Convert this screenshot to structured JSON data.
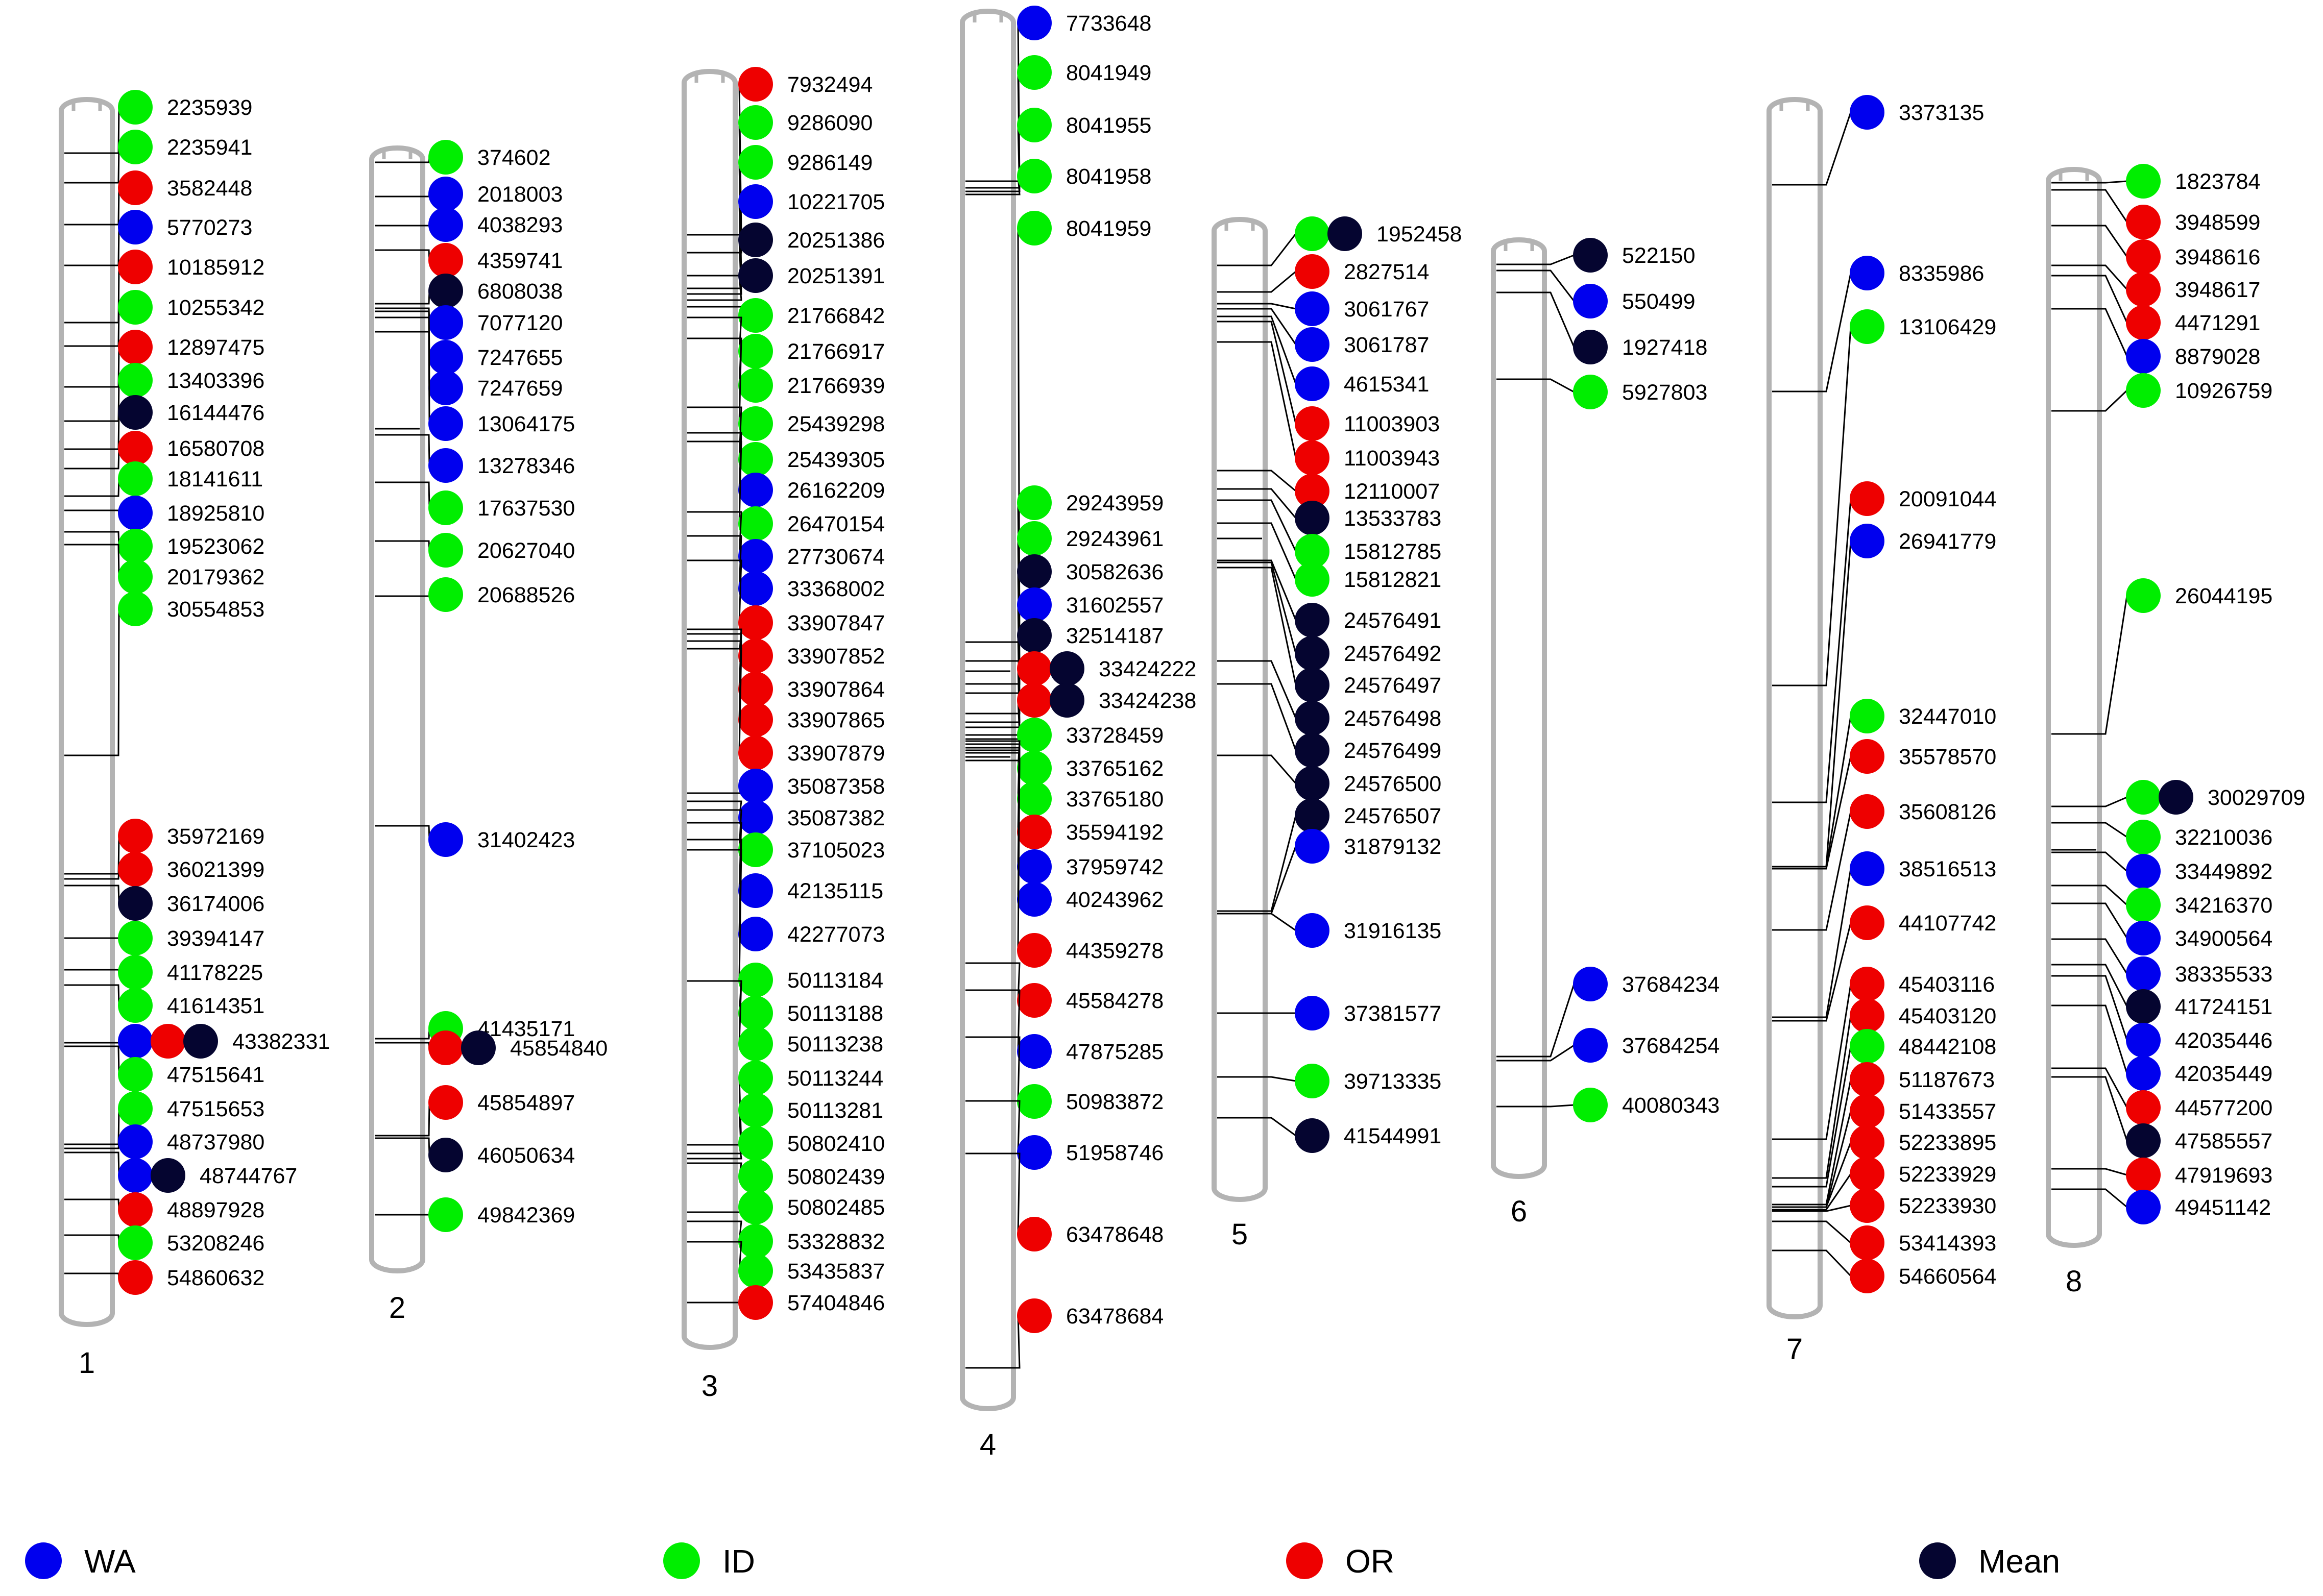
{
  "colors": {
    "WA": "#0000ee",
    "ID": "#00ee00",
    "OR": "#ee0000",
    "Mean": "#050530",
    "chromosome_outline": "#b3b3b3",
    "line": "#000000"
  },
  "legend": [
    {
      "key": "WA",
      "label": "WA"
    },
    {
      "key": "ID",
      "label": "ID"
    },
    {
      "key": "OR",
      "label": "OR"
    },
    {
      "key": "Mean",
      "label": "Mean"
    }
  ],
  "chromosomes": [
    {
      "label": "1",
      "markers": [
        {
          "pos": "2235939",
          "traits": [
            "ID"
          ]
        },
        {
          "pos": "2235941",
          "traits": [
            "ID"
          ]
        },
        {
          "pos": "3582448",
          "traits": [
            "OR"
          ]
        },
        {
          "pos": "5770273",
          "traits": [
            "WA"
          ]
        },
        {
          "pos": "10185912",
          "traits": [
            "OR"
          ]
        },
        {
          "pos": "10255342",
          "traits": [
            "ID"
          ]
        },
        {
          "pos": "12897475",
          "traits": [
            "OR"
          ]
        },
        {
          "pos": "13403396",
          "traits": [
            "ID"
          ]
        },
        {
          "pos": "16144476",
          "traits": [
            "Mean"
          ]
        },
        {
          "pos": "16580708",
          "traits": [
            "OR"
          ]
        },
        {
          "pos": "18141611",
          "traits": [
            "ID"
          ]
        },
        {
          "pos": "18925810",
          "traits": [
            "WA"
          ]
        },
        {
          "pos": "19523062",
          "traits": [
            "ID"
          ]
        },
        {
          "pos": "20179362",
          "traits": [
            "ID"
          ]
        },
        {
          "pos": "30554853",
          "traits": [
            "ID"
          ]
        },
        {
          "pos": "35972169",
          "traits": [
            "OR"
          ]
        },
        {
          "pos": "36021399",
          "traits": [
            "OR"
          ]
        },
        {
          "pos": "36174006",
          "traits": [
            "Mean"
          ]
        },
        {
          "pos": "39394147",
          "traits": [
            "ID"
          ]
        },
        {
          "pos": "41178225",
          "traits": [
            "ID"
          ]
        },
        {
          "pos": "41614351",
          "traits": [
            "ID"
          ]
        },
        {
          "pos": "43382331",
          "traits": [
            "WA",
            "OR",
            "Mean"
          ]
        },
        {
          "pos": "47515641",
          "traits": [
            "ID"
          ]
        },
        {
          "pos": "47515653",
          "traits": [
            "ID"
          ]
        },
        {
          "pos": "48737980",
          "traits": [
            "WA"
          ]
        },
        {
          "pos": "48744767",
          "traits": [
            "WA",
            "Mean"
          ]
        },
        {
          "pos": "48897928",
          "traits": [
            "OR"
          ]
        },
        {
          "pos": "53208246",
          "traits": [
            "ID"
          ]
        },
        {
          "pos": "54860632",
          "traits": [
            "OR"
          ]
        }
      ]
    },
    {
      "label": "2",
      "markers": [
        {
          "pos": "374602",
          "traits": [
            "ID"
          ]
        },
        {
          "pos": "2018003",
          "traits": [
            "WA"
          ]
        },
        {
          "pos": "4038293",
          "traits": [
            "WA"
          ]
        },
        {
          "pos": "4359741",
          "traits": [
            "OR"
          ]
        },
        {
          "pos": "6808038",
          "traits": [
            "Mean"
          ]
        },
        {
          "pos": "7077120",
          "traits": [
            "WA"
          ]
        },
        {
          "pos": "7247655",
          "traits": [
            "WA"
          ]
        },
        {
          "pos": "7247659",
          "traits": [
            "WA"
          ]
        },
        {
          "pos": "13064175",
          "traits": [
            "WA"
          ]
        },
        {
          "pos": "13278346",
          "traits": [
            "WA"
          ]
        },
        {
          "pos": "17637530",
          "traits": [
            "ID"
          ]
        },
        {
          "pos": "20627040",
          "traits": [
            "ID"
          ]
        },
        {
          "pos": "20688526",
          "traits": [
            "ID"
          ]
        },
        {
          "pos": "31402423",
          "traits": [
            "WA"
          ]
        },
        {
          "pos": "41435171",
          "traits": [
            "ID"
          ]
        },
        {
          "pos": "45854840",
          "traits": [
            "OR",
            "Mean"
          ]
        },
        {
          "pos": "45854897",
          "traits": [
            "OR"
          ]
        },
        {
          "pos": "46050634",
          "traits": [
            "Mean"
          ]
        },
        {
          "pos": "49842369",
          "traits": [
            "ID"
          ]
        }
      ]
    },
    {
      "label": "3",
      "markers": [
        {
          "pos": "7932494",
          "traits": [
            "OR"
          ]
        },
        {
          "pos": "9286090",
          "traits": [
            "ID"
          ]
        },
        {
          "pos": "9286149",
          "traits": [
            "ID"
          ]
        },
        {
          "pos": "10221705",
          "traits": [
            "WA"
          ]
        },
        {
          "pos": "20251386",
          "traits": [
            "Mean"
          ]
        },
        {
          "pos": "20251391",
          "traits": [
            "Mean"
          ]
        },
        {
          "pos": "21766842",
          "traits": [
            "ID"
          ]
        },
        {
          "pos": "21766917",
          "traits": [
            "ID"
          ]
        },
        {
          "pos": "21766939",
          "traits": [
            "ID"
          ]
        },
        {
          "pos": "25439298",
          "traits": [
            "ID"
          ]
        },
        {
          "pos": "25439305",
          "traits": [
            "ID"
          ]
        },
        {
          "pos": "26162209",
          "traits": [
            "WA"
          ]
        },
        {
          "pos": "26470154",
          "traits": [
            "ID"
          ]
        },
        {
          "pos": "27730674",
          "traits": [
            "WA"
          ]
        },
        {
          "pos": "33368002",
          "traits": [
            "WA"
          ]
        },
        {
          "pos": "33907847",
          "traits": [
            "OR"
          ]
        },
        {
          "pos": "33907852",
          "traits": [
            "OR"
          ]
        },
        {
          "pos": "33907864",
          "traits": [
            "OR"
          ]
        },
        {
          "pos": "33907865",
          "traits": [
            "OR"
          ]
        },
        {
          "pos": "33907879",
          "traits": [
            "OR"
          ]
        },
        {
          "pos": "35087358",
          "traits": [
            "WA"
          ]
        },
        {
          "pos": "35087382",
          "traits": [
            "WA"
          ]
        },
        {
          "pos": "37105023",
          "traits": [
            "ID"
          ]
        },
        {
          "pos": "42135115",
          "traits": [
            "WA"
          ]
        },
        {
          "pos": "42277073",
          "traits": [
            "WA"
          ]
        },
        {
          "pos": "50113184",
          "traits": [
            "ID"
          ]
        },
        {
          "pos": "50113188",
          "traits": [
            "ID"
          ]
        },
        {
          "pos": "50113238",
          "traits": [
            "ID"
          ]
        },
        {
          "pos": "50113244",
          "traits": [
            "ID"
          ]
        },
        {
          "pos": "50113281",
          "traits": [
            "ID"
          ]
        },
        {
          "pos": "50802410",
          "traits": [
            "ID"
          ]
        },
        {
          "pos": "50802439",
          "traits": [
            "ID"
          ]
        },
        {
          "pos": "50802485",
          "traits": [
            "ID"
          ]
        },
        {
          "pos": "53328832",
          "traits": [
            "ID"
          ]
        },
        {
          "pos": "53435837",
          "traits": [
            "ID"
          ]
        },
        {
          "pos": "57404846",
          "traits": [
            "OR"
          ]
        }
      ]
    },
    {
      "label": "4",
      "markers": [
        {
          "pos": "7733648",
          "traits": [
            "WA"
          ]
        },
        {
          "pos": "8041949",
          "traits": [
            "ID"
          ]
        },
        {
          "pos": "8041955",
          "traits": [
            "ID"
          ]
        },
        {
          "pos": "8041958",
          "traits": [
            "ID"
          ]
        },
        {
          "pos": "8041959",
          "traits": [
            "ID"
          ]
        },
        {
          "pos": "29243959",
          "traits": [
            "ID"
          ]
        },
        {
          "pos": "29243961",
          "traits": [
            "ID"
          ]
        },
        {
          "pos": "30582636",
          "traits": [
            "Mean"
          ]
        },
        {
          "pos": "31602557",
          "traits": [
            "WA"
          ]
        },
        {
          "pos": "32514187",
          "traits": [
            "Mean"
          ]
        },
        {
          "pos": "33424222",
          "traits": [
            "OR",
            "Mean"
          ]
        },
        {
          "pos": "33424238",
          "traits": [
            "OR",
            "Mean"
          ]
        },
        {
          "pos": "33728459",
          "traits": [
            "ID"
          ]
        },
        {
          "pos": "33765162",
          "traits": [
            "ID"
          ]
        },
        {
          "pos": "33765180",
          "traits": [
            "ID"
          ]
        },
        {
          "pos": "35594192",
          "traits": [
            "OR"
          ]
        },
        {
          "pos": "37959742",
          "traits": [
            "WA"
          ]
        },
        {
          "pos": "40243962",
          "traits": [
            "WA"
          ]
        },
        {
          "pos": "44359278",
          "traits": [
            "OR"
          ]
        },
        {
          "pos": "45584278",
          "traits": [
            "OR"
          ]
        },
        {
          "pos": "47875285",
          "traits": [
            "WA"
          ]
        },
        {
          "pos": "50983872",
          "traits": [
            "ID"
          ]
        },
        {
          "pos": "51958746",
          "traits": [
            "WA"
          ]
        },
        {
          "pos": "63478648",
          "traits": [
            "OR"
          ]
        },
        {
          "pos": "63478684",
          "traits": [
            "OR"
          ]
        }
      ]
    },
    {
      "label": "5",
      "markers": [
        {
          "pos": "1952458",
          "traits": [
            "ID",
            "Mean"
          ]
        },
        {
          "pos": "2827514",
          "traits": [
            "OR"
          ]
        },
        {
          "pos": "3061767",
          "traits": [
            "WA"
          ]
        },
        {
          "pos": "3061787",
          "traits": [
            "WA"
          ]
        },
        {
          "pos": "4615341",
          "traits": [
            "WA"
          ]
        },
        {
          "pos": "11003903",
          "traits": [
            "OR"
          ]
        },
        {
          "pos": "11003943",
          "traits": [
            "OR"
          ]
        },
        {
          "pos": "12110007",
          "traits": [
            "OR"
          ]
        },
        {
          "pos": "13533783",
          "traits": [
            "Mean"
          ]
        },
        {
          "pos": "15812785",
          "traits": [
            "ID"
          ]
        },
        {
          "pos": "15812821",
          "traits": [
            "ID"
          ]
        },
        {
          "pos": "24576491",
          "traits": [
            "Mean"
          ]
        },
        {
          "pos": "24576492",
          "traits": [
            "Mean"
          ]
        },
        {
          "pos": "24576497",
          "traits": [
            "Mean"
          ]
        },
        {
          "pos": "24576498",
          "traits": [
            "Mean"
          ]
        },
        {
          "pos": "24576499",
          "traits": [
            "Mean"
          ]
        },
        {
          "pos": "24576500",
          "traits": [
            "Mean"
          ]
        },
        {
          "pos": "24576507",
          "traits": [
            "Mean"
          ]
        },
        {
          "pos": "31879132",
          "traits": [
            "WA"
          ]
        },
        {
          "pos": "31916135",
          "traits": [
            "WA"
          ]
        },
        {
          "pos": "37381577",
          "traits": [
            "WA"
          ]
        },
        {
          "pos": "39713335",
          "traits": [
            "ID"
          ]
        },
        {
          "pos": "41544991",
          "traits": [
            "Mean"
          ]
        }
      ]
    },
    {
      "label": "6",
      "markers": [
        {
          "pos": "522150",
          "traits": [
            "Mean"
          ]
        },
        {
          "pos": "550499",
          "traits": [
            "WA"
          ]
        },
        {
          "pos": "1927418",
          "traits": [
            "Mean"
          ]
        },
        {
          "pos": "5927803",
          "traits": [
            "ID"
          ]
        },
        {
          "pos": "37684234",
          "traits": [
            "WA"
          ]
        },
        {
          "pos": "37684254",
          "traits": [
            "WA"
          ]
        },
        {
          "pos": "40080343",
          "traits": [
            "ID"
          ]
        }
      ]
    },
    {
      "label": "7",
      "markers": [
        {
          "pos": "3373135",
          "traits": [
            "WA"
          ]
        },
        {
          "pos": "8335986",
          "traits": [
            "WA"
          ]
        },
        {
          "pos": "13106429",
          "traits": [
            "ID"
          ]
        },
        {
          "pos": "20091044",
          "traits": [
            "OR"
          ]
        },
        {
          "pos": "26941779",
          "traits": [
            "WA"
          ]
        },
        {
          "pos": "32447010",
          "traits": [
            "ID"
          ]
        },
        {
          "pos": "35578570",
          "traits": [
            "OR"
          ]
        },
        {
          "pos": "35608126",
          "traits": [
            "OR"
          ]
        },
        {
          "pos": "38516513",
          "traits": [
            "WA"
          ]
        },
        {
          "pos": "44107742",
          "traits": [
            "OR"
          ]
        },
        {
          "pos": "45403116",
          "traits": [
            "OR"
          ]
        },
        {
          "pos": "45403120",
          "traits": [
            "OR"
          ]
        },
        {
          "pos": "48442108",
          "traits": [
            "ID"
          ]
        },
        {
          "pos": "51187673",
          "traits": [
            "OR"
          ]
        },
        {
          "pos": "51433557",
          "traits": [
            "OR"
          ]
        },
        {
          "pos": "52233895",
          "traits": [
            "OR"
          ]
        },
        {
          "pos": "52233929",
          "traits": [
            "OR"
          ]
        },
        {
          "pos": "52233930",
          "traits": [
            "OR"
          ]
        },
        {
          "pos": "53414393",
          "traits": [
            "OR"
          ]
        },
        {
          "pos": "54660564",
          "traits": [
            "OR"
          ]
        }
      ]
    },
    {
      "label": "8",
      "markers": [
        {
          "pos": "1823784",
          "traits": [
            "ID"
          ]
        },
        {
          "pos": "3948599",
          "traits": [
            "OR"
          ]
        },
        {
          "pos": "3948616",
          "traits": [
            "OR"
          ]
        },
        {
          "pos": "3948617",
          "traits": [
            "OR"
          ]
        },
        {
          "pos": "4471291",
          "traits": [
            "OR"
          ]
        },
        {
          "pos": "8879028",
          "traits": [
            "WA"
          ]
        },
        {
          "pos": "10926759",
          "traits": [
            "ID"
          ]
        },
        {
          "pos": "26044195",
          "traits": [
            "ID"
          ]
        },
        {
          "pos": "30029709",
          "traits": [
            "ID",
            "Mean"
          ]
        },
        {
          "pos": "32210036",
          "traits": [
            "ID"
          ]
        },
        {
          "pos": "33449892",
          "traits": [
            "WA"
          ]
        },
        {
          "pos": "34216370",
          "traits": [
            "ID"
          ]
        },
        {
          "pos": "34900564",
          "traits": [
            "WA"
          ]
        },
        {
          "pos": "38335533",
          "traits": [
            "WA"
          ]
        },
        {
          "pos": "41724151",
          "traits": [
            "Mean"
          ]
        },
        {
          "pos": "42035446",
          "traits": [
            "WA"
          ]
        },
        {
          "pos": "42035449",
          "traits": [
            "WA"
          ]
        },
        {
          "pos": "44577200",
          "traits": [
            "OR"
          ]
        },
        {
          "pos": "47585557",
          "traits": [
            "Mean"
          ]
        },
        {
          "pos": "47919693",
          "traits": [
            "OR"
          ]
        },
        {
          "pos": "49451142",
          "traits": [
            "WA"
          ]
        }
      ]
    }
  ]
}
